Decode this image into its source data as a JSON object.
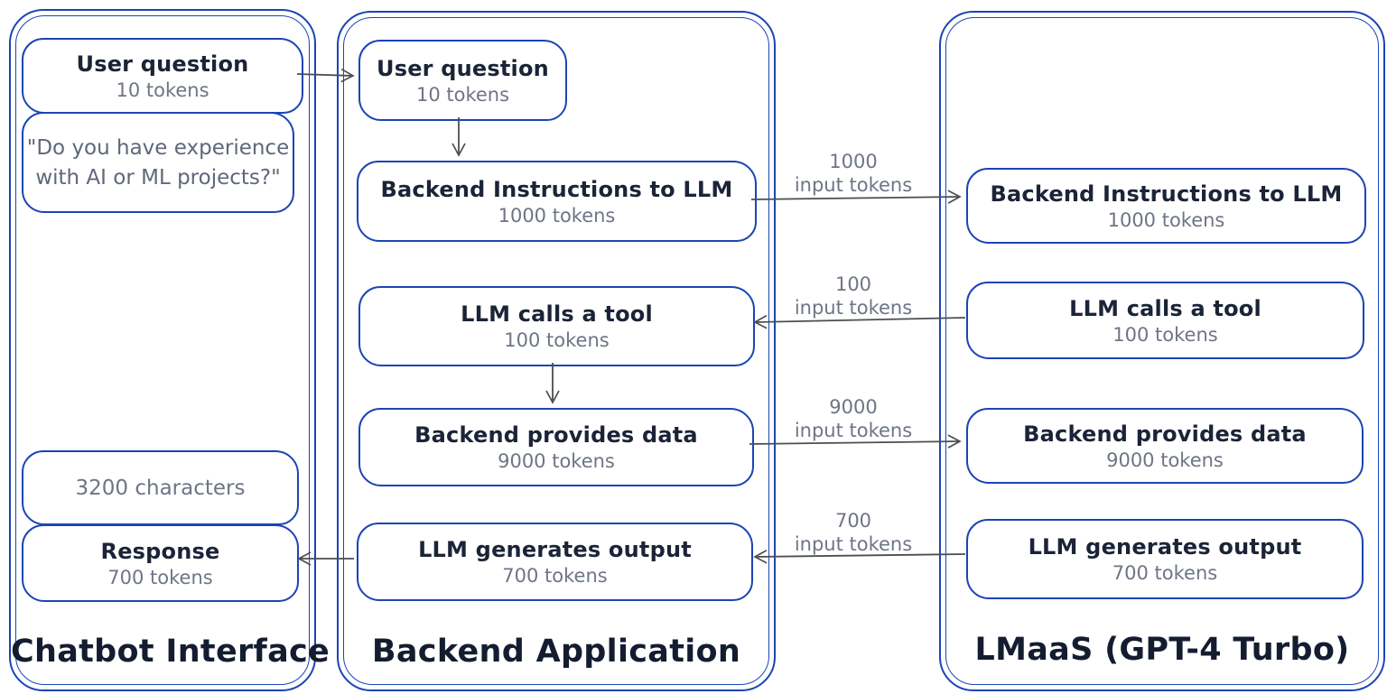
{
  "colors": {
    "border_blue": "#1b45b4",
    "title_ink": "#1b2437",
    "muted_gray": "#6e7585",
    "arrow_gray": "#4d4d52"
  },
  "chatbot": {
    "label": "Chatbot Interface",
    "user_question": {
      "title": "User question",
      "subtitle": "10 tokens"
    },
    "quote": {
      "line1": "\"Do you have experience",
      "line2": "with AI or ML projects?\""
    },
    "characters": {
      "text": "3200 characters"
    },
    "response": {
      "title": "Response",
      "subtitle": "700 tokens"
    }
  },
  "backend": {
    "label": "Backend Application",
    "user_question": {
      "title": "User question",
      "subtitle": "10 tokens"
    },
    "instructions": {
      "title": "Backend Instructions to LLM",
      "subtitle": "1000 tokens"
    },
    "tool": {
      "title": "LLM calls a tool",
      "subtitle": "100 tokens"
    },
    "data": {
      "title": "Backend provides data",
      "subtitle": "9000 tokens"
    },
    "output": {
      "title": "LLM generates output",
      "subtitle": "700 tokens"
    }
  },
  "lmaas": {
    "label": "LMaaS (GPT-4 Turbo)",
    "instructions": {
      "title": "Backend Instructions to LLM",
      "subtitle": "1000 tokens"
    },
    "tool": {
      "title": "LLM calls a tool",
      "subtitle": "100 tokens"
    },
    "data": {
      "title": "Backend provides data",
      "subtitle": "9000 tokens"
    },
    "output": {
      "title": "LLM generates output",
      "subtitle": "700 tokens"
    }
  },
  "edge_labels": {
    "instructions": {
      "value": "1000",
      "unit": "input tokens"
    },
    "tool": {
      "value": "100",
      "unit": "input tokens"
    },
    "data": {
      "value": "9000",
      "unit": "input tokens"
    },
    "output": {
      "value": "700",
      "unit": "input tokens"
    }
  }
}
